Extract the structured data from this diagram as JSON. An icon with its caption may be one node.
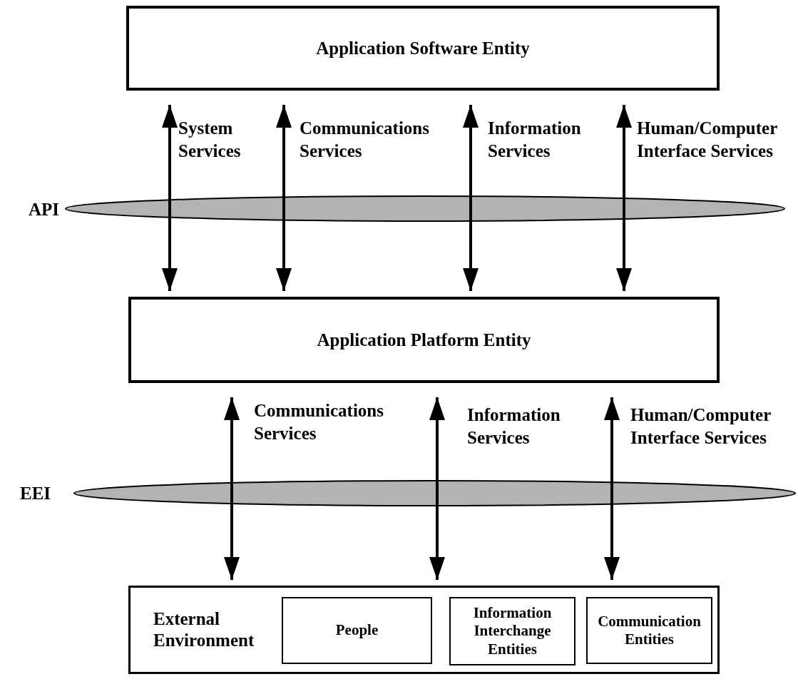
{
  "diagram": {
    "nodes": [
      {
        "text": [
          "Application Software Entity"
        ]
      },
      {
        "text": [
          "Application Platform Entity"
        ]
      },
      {
        "text": [
          "External Environment"
        ]
      },
      {
        "text": [
          "People"
        ],
        "in": 2
      },
      {
        "text": [
          "Information Interchange Entities"
        ],
        "in": 2
      },
      {
        "text": [
          "Communication Entities"
        ],
        "in": 2
      }
    ],
    "edges": [
      {
        "from": 0,
        "to": 1,
        "arrow": "both",
        "label": "System Services"
      },
      {
        "from": 0,
        "to": 1,
        "arrow": "both",
        "label": "Communications Services"
      },
      {
        "from": 0,
        "to": 1,
        "arrow": "both",
        "label": "Information Services"
      },
      {
        "from": 0,
        "to": 1,
        "arrow": "both",
        "label": "Human/Computer Interface Services"
      },
      {
        "from": 1,
        "to": 2,
        "arrow": "both",
        "label": "Communications Services"
      },
      {
        "from": 1,
        "to": 2,
        "arrow": "both",
        "label": "Information Services"
      },
      {
        "from": 1,
        "to": 2,
        "arrow": "both",
        "label": "Human/Computer Interface Services"
      }
    ],
    "labels": [
      "API",
      "EEI"
    ]
  }
}
